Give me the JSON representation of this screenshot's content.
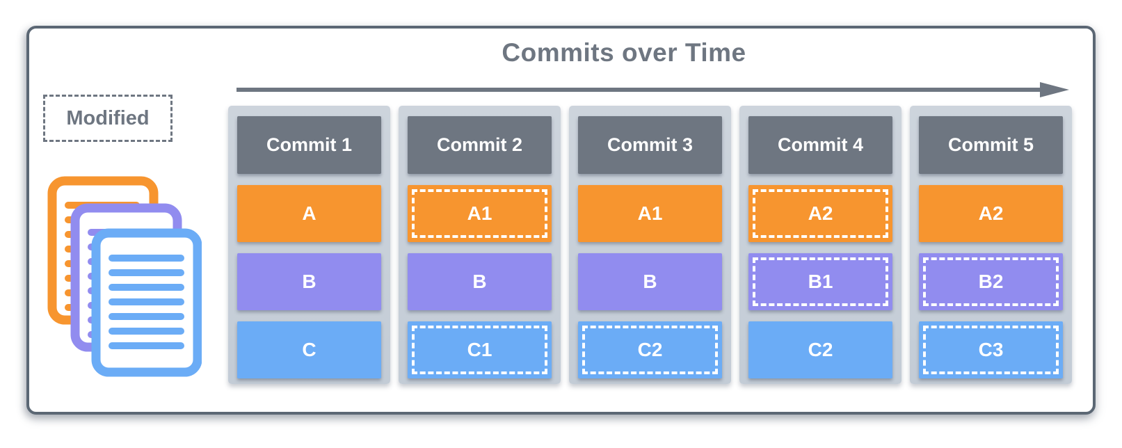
{
  "title": "Commits over Time",
  "legend": {
    "label": "Modified"
  },
  "icon": {
    "name": "documents-stack-icon"
  },
  "colors": {
    "file_a_orange": "#F7952F",
    "file_b_purple": "#918CEF",
    "file_c_blue": "#6BACF6",
    "header_gray": "#6E7681",
    "column_bg": "#C9D1DA",
    "outline_gray": "#5B6774"
  },
  "commits": [
    {
      "label": "Commit 1",
      "files": [
        {
          "label": "A",
          "kind": "a",
          "modified": false
        },
        {
          "label": "B",
          "kind": "b",
          "modified": false
        },
        {
          "label": "C",
          "kind": "c",
          "modified": false
        }
      ]
    },
    {
      "label": "Commit 2",
      "files": [
        {
          "label": "A1",
          "kind": "a",
          "modified": true
        },
        {
          "label": "B",
          "kind": "b",
          "modified": false
        },
        {
          "label": "C1",
          "kind": "c",
          "modified": true
        }
      ]
    },
    {
      "label": "Commit 3",
      "files": [
        {
          "label": "A1",
          "kind": "a",
          "modified": false
        },
        {
          "label": "B",
          "kind": "b",
          "modified": false
        },
        {
          "label": "C2",
          "kind": "c",
          "modified": true
        }
      ]
    },
    {
      "label": "Commit 4",
      "files": [
        {
          "label": "A2",
          "kind": "a",
          "modified": true
        },
        {
          "label": "B1",
          "kind": "b",
          "modified": true
        },
        {
          "label": "C2",
          "kind": "c",
          "modified": false
        }
      ]
    },
    {
      "label": "Commit 5",
      "files": [
        {
          "label": "A2",
          "kind": "a",
          "modified": false
        },
        {
          "label": "B2",
          "kind": "b",
          "modified": true
        },
        {
          "label": "C3",
          "kind": "c",
          "modified": true
        }
      ]
    }
  ]
}
